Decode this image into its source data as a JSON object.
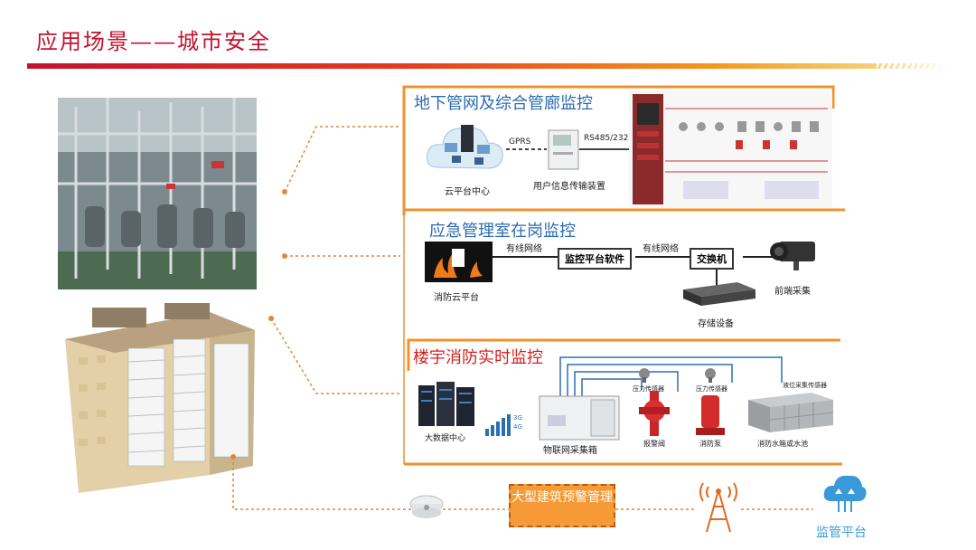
{
  "header": {
    "title": "应用场景——城市安全"
  },
  "sections": {
    "underground": {
      "title": "地下管网及综合管廊监控",
      "cloud_label": "云平台中心",
      "link_label": "GPRS",
      "device_label": "用户信息传输装置",
      "bus_label": "RS485/232"
    },
    "emergency": {
      "title": "应急管理室在岗监控",
      "cloud_label": "消防云平台",
      "wired_1": "有线网络",
      "software": "监控平台软件",
      "wired_2": "有线网络",
      "switch": "交换机",
      "camera": "前端采集",
      "storage": "存储设备"
    },
    "building": {
      "title": "楼宇消防实时监控",
      "bigdata": "大数据中心",
      "signal_3g": "3G",
      "signal_4g": "4G",
      "iot_box": "物联网采集箱",
      "pressure_1": "压力传感器",
      "pressure_2": "压力传感器",
      "level": "液位采集传感器",
      "alarm_valve": "报警阀",
      "pump": "消防泵",
      "tank": "消防水箱或水池"
    }
  },
  "bottom": {
    "warning_box": "大型建筑预警管理",
    "platform": "监管平台"
  },
  "colors": {
    "accent": "#c3122f",
    "orange": "#f39a1f",
    "blue": "#2a6bb3"
  }
}
